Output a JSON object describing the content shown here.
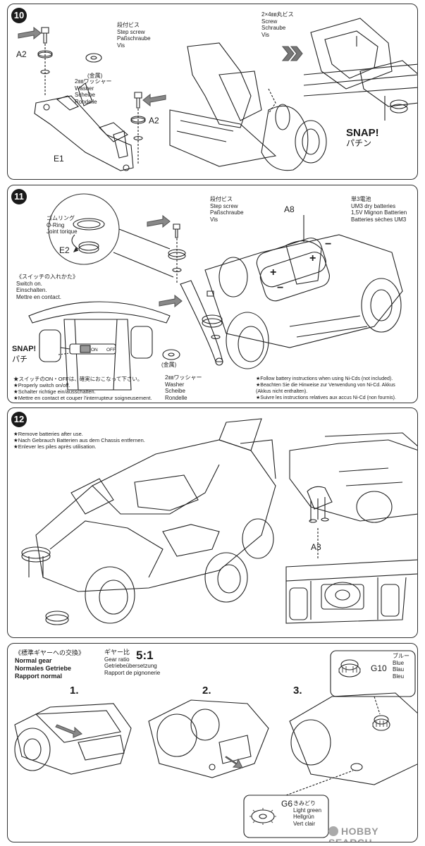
{
  "step10": {
    "number": "10",
    "step_screw": [
      "段付ビス",
      "Step screw",
      "Paßschraube",
      "Vis"
    ],
    "washer_metal": "(金属)",
    "washer_2mm": [
      "2㎜ワッシャー",
      "Washer",
      "Scheibe",
      "Rondelle"
    ],
    "screw_2x4": [
      "2×4㎜丸ビス",
      "Screw",
      "Schraube",
      "Vis"
    ],
    "part_a2_left": "A2",
    "part_a2_right": "A2",
    "part_e1": "E1",
    "snap": "SNAP!",
    "snap_jp": "パチン"
  },
  "step11": {
    "number": "11",
    "oring": [
      "ゴムリング",
      "O-Ring",
      "Joint torique"
    ],
    "part_e2": "E2",
    "step_screw": [
      "段付ビス",
      "Step screw",
      "Paßschraube",
      "Vis"
    ],
    "part_a8": "A8",
    "battery": [
      "単3電池",
      "UM3 dry batteries",
      "1,5V Mignon Batterien",
      "Batteries sèches UM3"
    ],
    "switch_title": [
      "《スイッチの入れかた》",
      "Switch on.",
      "Einschalten.",
      "Mettre en contact."
    ],
    "snap": "SNAP!",
    "snap_jp": "パチ",
    "switch_labels": [
      "ON",
      "OFF"
    ],
    "washer_metal": "(金属)",
    "washer_2mm": [
      "2㎜ワッシャー",
      "Washer",
      "Scheibe",
      "Rondelle"
    ],
    "notes_left": [
      "★スイッチのON・OFFは、確実におこなって下さい。",
      "★Properly switch on/off.",
      "★Schalter richtige ein/ausschalten.",
      "★Mettre en contact et couper l'interrupteur soigneusement."
    ],
    "notes_right": [
      "★Follow battery instructions when using Ni-Cds (not included).",
      "★Beachten Sie die Hinweise zur Verwendung von Ni-Cd. Akkus",
      "(Akkus nicht enthalten).",
      "★Suivre les instructions relatives aux accus Ni-Cd (non fournis)."
    ]
  },
  "step12": {
    "number": "12",
    "notes": [
      "★Remove batteries after use.",
      "★Nach Gebrauch Batterien aus dem Chassis entfernen.",
      "★Enlever les piles après utilisation."
    ],
    "part_a3": "A3"
  },
  "gear": {
    "title": [
      "《標準ギヤーへの交換》",
      "Normal gear",
      "Normales Getriebe",
      "Rapport normal"
    ],
    "ratio_label": [
      "ギヤー比",
      "Gear ratio",
      "Getriebeübersetzung",
      "Rapport de pignonerie"
    ],
    "ratio_value": "5:1",
    "steps": [
      "1.",
      "2.",
      "3."
    ],
    "g10": "G10",
    "g10_color": [
      "ブルー",
      "Blue",
      "Blau",
      "Bleu"
    ],
    "g6": "G6",
    "g6_color": [
      "きみどり",
      "Light green",
      "Hellgrün",
      "Vert clair"
    ]
  },
  "watermark": "HOBBY SEARCH"
}
